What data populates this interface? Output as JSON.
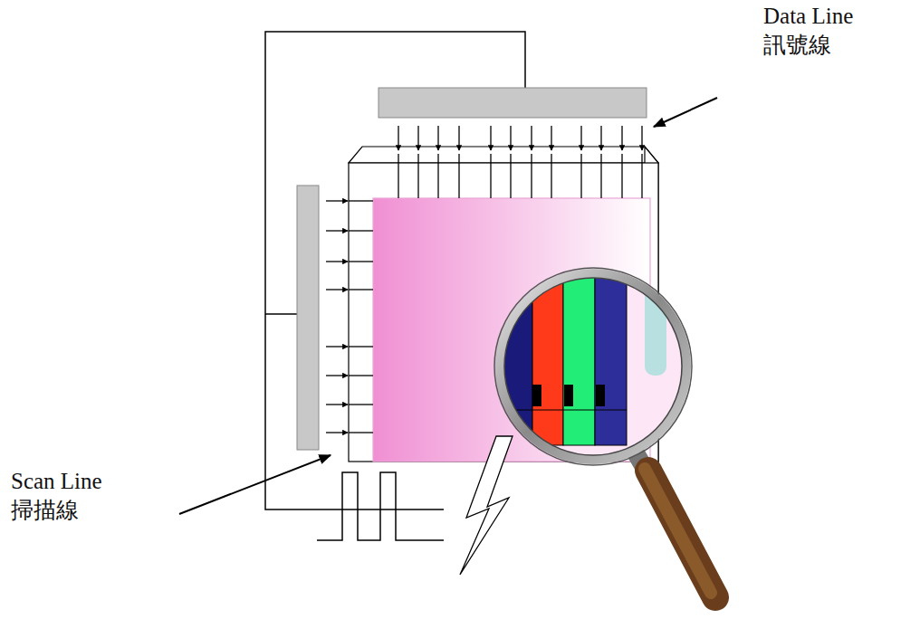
{
  "diagram": {
    "labels": [
      "Data Line",
      "訊號線",
      "Scan Line",
      "掃描線"
    ]
  }
}
